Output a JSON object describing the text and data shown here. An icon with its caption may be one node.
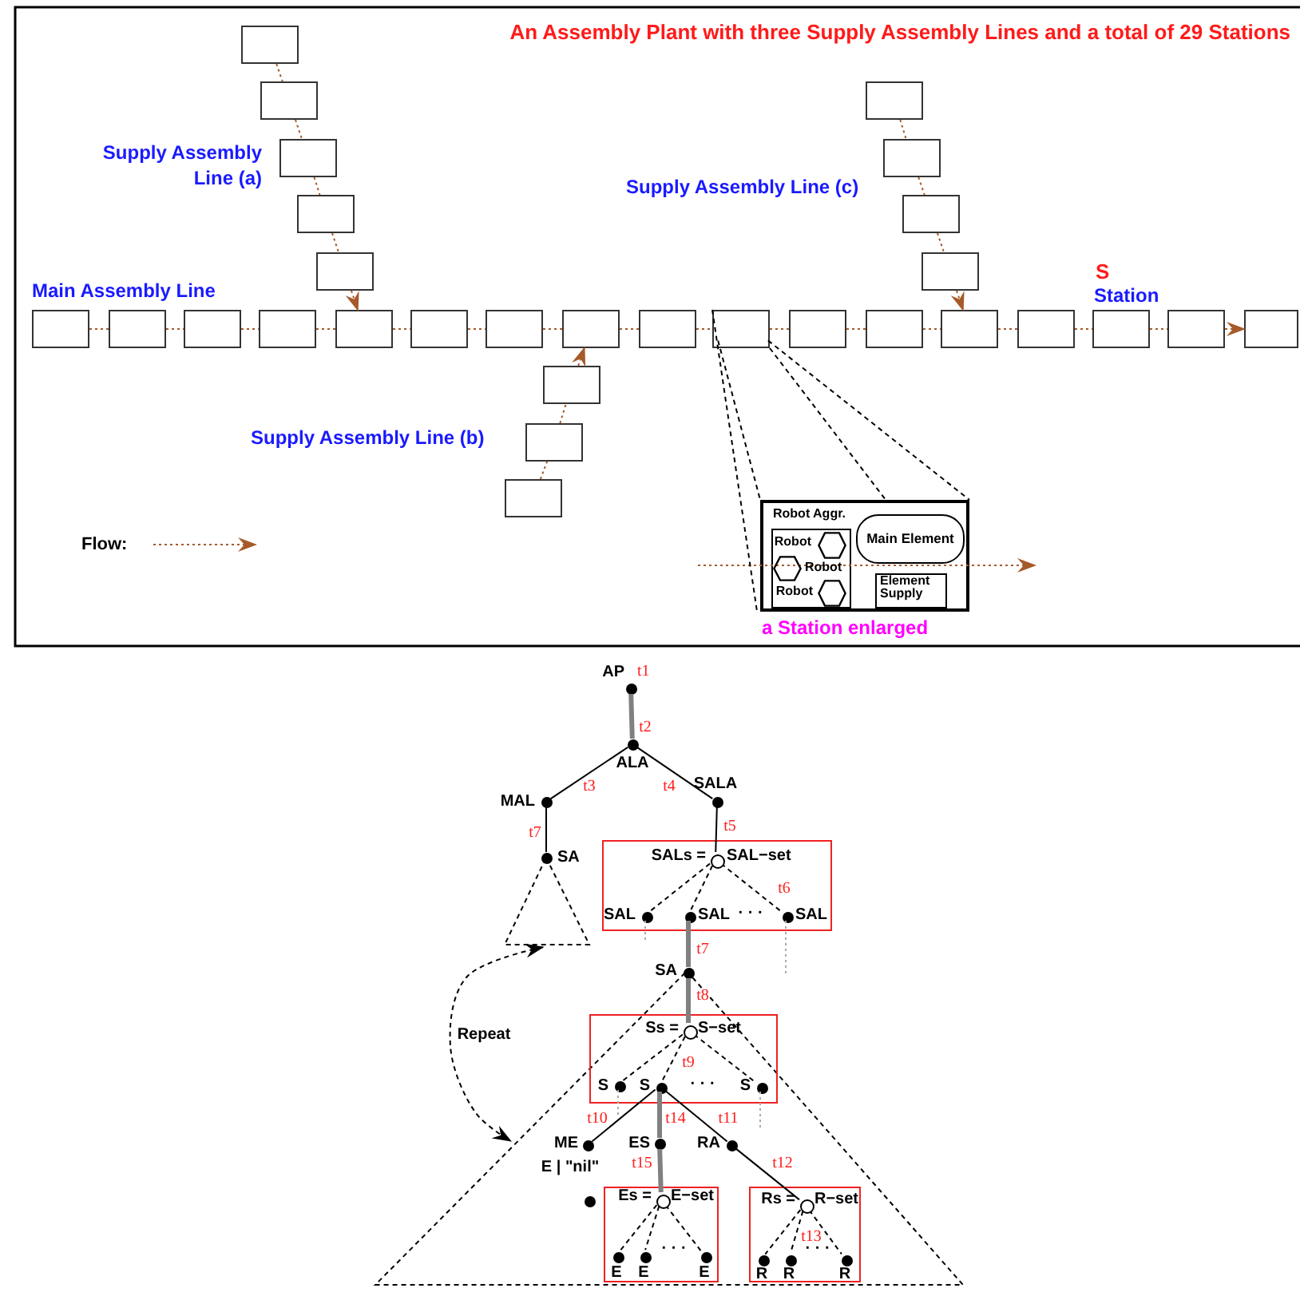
{
  "diagram": {
    "title": "An Assembly Plant with three Supply Assembly Lines and a total of 29 Stations",
    "nodes": [
      {
        "text": [],
        "shape": "box"
      },
      {
        "text": [],
        "shape": "box"
      },
      {
        "text": [],
        "shape": "box"
      },
      {
        "text": [],
        "shape": "box"
      },
      {
        "text": [],
        "shape": "box"
      },
      {
        "text": [],
        "shape": "box"
      },
      {
        "text": [],
        "shape": "box"
      },
      {
        "text": [],
        "shape": "box"
      },
      {
        "text": [],
        "shape": "box"
      },
      {
        "text": [],
        "shape": "box"
      },
      {
        "text": [],
        "shape": "box"
      },
      {
        "text": [],
        "shape": "box"
      },
      {
        "text": [],
        "shape": "box"
      },
      {
        "text": [],
        "shape": "box"
      },
      {
        "text": [],
        "shape": "box"
      },
      {
        "text": [],
        "shape": "box"
      },
      {
        "text": [],
        "shape": "box"
      },
      {
        "text": [],
        "shape": "box"
      },
      {
        "text": [],
        "shape": "box"
      },
      {
        "text": [],
        "shape": "box"
      },
      {
        "text": [],
        "shape": "box"
      },
      {
        "text": [],
        "shape": "box"
      },
      {
        "text": [],
        "shape": "box"
      },
      {
        "text": [],
        "shape": "box"
      },
      {
        "text": [],
        "shape": "box"
      },
      {
        "text": [],
        "shape": "box"
      },
      {
        "text": [],
        "shape": "box"
      },
      {
        "text": [],
        "shape": "box"
      },
      {
        "text": [],
        "shape": "box"
      },
      {
        "text": [],
        "shape": "box",
        "beside": [
          "a Station enlarged"
        ]
      },
      {
        "text": [
          "Robot Aggr."
        ],
        "in": 29
      },
      {
        "text": [],
        "shape": "hexagon",
        "in": 30,
        "beside": [
          "Robot"
        ]
      },
      {
        "text": [],
        "shape": "hexagon",
        "in": 30,
        "beside": [
          "Robot"
        ]
      },
      {
        "text": [],
        "shape": "hexagon",
        "in": 30,
        "beside": [
          "Robot"
        ]
      },
      {
        "text": [
          "Main Element"
        ],
        "in": 29
      },
      {
        "text": [
          "Element Supply"
        ],
        "in": 29
      },
      {
        "text": [],
        "shape": "circle",
        "beside": [
          "AP",
          "t1"
        ]
      },
      {
        "text": [],
        "shape": "circle",
        "beside": [
          "ALA"
        ]
      },
      {
        "text": [],
        "shape": "circle",
        "beside": [
          "MAL"
        ]
      },
      {
        "text": [],
        "shape": "circle",
        "beside": [
          "SALA"
        ]
      },
      {
        "text": [],
        "shape": "circle",
        "beside": [
          "SA"
        ]
      },
      {
        "text": [],
        "shape": "box"
      },
      {
        "text": [],
        "shape": "circle",
        "in": 41,
        "beside": [
          "SALs =",
          "SAL−set"
        ]
      },
      {
        "text": [],
        "shape": "circle",
        "in": 41,
        "beside": [
          "SAL"
        ]
      },
      {
        "text": [],
        "shape": "circle",
        "in": 41,
        "beside": [
          "SAL"
        ]
      },
      {
        "text": [],
        "shape": "circle",
        "in": 41,
        "beside": [
          "SAL"
        ]
      },
      {
        "text": [],
        "shape": "triangle"
      },
      {
        "text": [],
        "shape": "circle",
        "beside": [
          "SA"
        ]
      },
      {
        "text": [],
        "shape": "triangle"
      },
      {
        "text": [],
        "shape": "box",
        "in": 48
      },
      {
        "text": [],
        "shape": "circle",
        "in": 49,
        "beside": [
          "Ss =",
          "S−set"
        ]
      },
      {
        "text": [],
        "shape": "circle",
        "in": 49,
        "beside": [
          "S"
        ]
      },
      {
        "text": [],
        "shape": "circle",
        "in": 49,
        "beside": [
          "S"
        ]
      },
      {
        "text": [],
        "shape": "circle",
        "in": 49,
        "beside": [
          "S"
        ]
      },
      {
        "text": [],
        "shape": "circle",
        "in": 48,
        "beside": [
          "ME",
          "E | \"nil\""
        ]
      },
      {
        "text": [],
        "shape": "circle",
        "in": 48,
        "beside": [
          "ES"
        ]
      },
      {
        "text": [],
        "shape": "circle",
        "in": 48,
        "beside": [
          "RA"
        ]
      },
      {
        "text": [],
        "shape": "circle",
        "in": 48
      },
      {
        "text": [],
        "shape": "box",
        "in": 48
      },
      {
        "text": [],
        "shape": "circle",
        "in": 58,
        "beside": [
          "Es =",
          "E−set"
        ]
      },
      {
        "text": [],
        "shape": "circle",
        "in": 58,
        "beside": [
          "E"
        ]
      },
      {
        "text": [],
        "shape": "circle",
        "in": 58,
        "beside": [
          "E"
        ]
      },
      {
        "text": [],
        "shape": "circle",
        "in": 58,
        "beside": [
          "E"
        ]
      },
      {
        "text": [],
        "shape": "box",
        "in": 48
      },
      {
        "text": [],
        "shape": "circle",
        "in": 63,
        "beside": [
          "Rs =",
          "R−set"
        ]
      },
      {
        "text": [],
        "shape": "circle",
        "in": 63,
        "beside": [
          "R"
        ]
      },
      {
        "text": [],
        "shape": "circle",
        "in": 63,
        "beside": [
          "R"
        ]
      },
      {
        "text": [],
        "shape": "circle",
        "in": 63,
        "beside": [
          "R"
        ]
      }
    ],
    "edges": [
      {
        "from": 0,
        "to": 1,
        "arrow": "none",
        "style": "dashed",
        "color": "#a65a2a"
      },
      {
        "from": 1,
        "to": 2,
        "arrow": "none",
        "style": "dashed",
        "color": "#a65a2a"
      },
      {
        "from": 2,
        "to": 3,
        "arrow": "none",
        "style": "dashed",
        "color": "#a65a2a"
      },
      {
        "from": 3,
        "to": 4,
        "arrow": "none",
        "style": "dashed",
        "color": "#a65a2a"
      },
      {
        "from": 4,
        "to": 13,
        "arrow": "to",
        "style": "dashed",
        "color": "#a65a2a"
      },
      {
        "from": 5,
        "to": 6,
        "arrow": "none",
        "style": "dashed",
        "color": "#a65a2a"
      },
      {
        "from": 6,
        "to": 7,
        "arrow": "none",
        "style": "dashed",
        "color": "#a65a2a"
      },
      {
        "from": 7,
        "to": 8,
        "arrow": "none",
        "style": "dashed",
        "color": "#a65a2a"
      },
      {
        "from": 8,
        "to": 21,
        "arrow": "to",
        "style": "dashed",
        "color": "#a65a2a"
      },
      {
        "from": 28,
        "to": 27,
        "arrow": "none",
        "style": "dashed",
        "color": "#a65a2a"
      },
      {
        "from": 27,
        "to": 26,
        "arrow": "none",
        "style": "dashed",
        "color": "#a65a2a"
      },
      {
        "from": 26,
        "to": 16,
        "arrow": "to",
        "style": "dashed",
        "color": "#a65a2a"
      },
      {
        "from": 9,
        "to": 10,
        "arrow": "none",
        "style": "dashed",
        "color": "#a65a2a"
      },
      {
        "from": 10,
        "to": 11,
        "arrow": "none",
        "style": "dashed",
        "color": "#a65a2a"
      },
      {
        "from": 11,
        "to": 12,
        "arrow": "none",
        "style": "dashed",
        "color": "#a65a2a"
      },
      {
        "from": 12,
        "to": 13,
        "arrow": "none",
        "style": "dashed",
        "color": "#a65a2a"
      },
      {
        "from": 13,
        "to": 14,
        "arrow": "none",
        "style": "dashed",
        "color": "#a65a2a"
      },
      {
        "from": 14,
        "to": 15,
        "arrow": "none",
        "style": "dashed",
        "color": "#a65a2a"
      },
      {
        "from": 15,
        "to": 16,
        "arrow": "none",
        "style": "dashed",
        "color": "#a65a2a"
      },
      {
        "from": 16,
        "to": 17,
        "arrow": "none",
        "style": "dashed",
        "color": "#a65a2a"
      },
      {
        "from": 17,
        "to": 18,
        "arrow": "none",
        "style": "dashed",
        "color": "#a65a2a"
      },
      {
        "from": 18,
        "to": 19,
        "arrow": "none",
        "style": "dashed",
        "color": "#a65a2a"
      },
      {
        "from": 19,
        "to": 20,
        "arrow": "none",
        "style": "dashed",
        "color": "#a65a2a"
      },
      {
        "from": 20,
        "to": 21,
        "arrow": "none",
        "style": "dashed",
        "color": "#a65a2a"
      },
      {
        "from": 21,
        "to": 22,
        "arrow": "none",
        "style": "dashed",
        "color": "#a65a2a"
      },
      {
        "from": 22,
        "to": 23,
        "arrow": "none",
        "style": "dashed",
        "color": "#a65a2a"
      },
      {
        "from": 23,
        "to": 24,
        "arrow": "none",
        "style": "dashed",
        "color": "#a65a2a"
      },
      {
        "from": 24,
        "to": 25,
        "arrow": "to",
        "style": "dashed",
        "color": "#a65a2a"
      },
      {
        "from": 18,
        "to": 29,
        "arrow": "none",
        "style": "dashed",
        "color": "#000000"
      },
      {
        "from": 18,
        "to": 29,
        "arrow": "none",
        "style": "dashed",
        "color": "#000000"
      },
      {
        "from": 18,
        "to": 29,
        "arrow": "none",
        "style": "dashed",
        "color": "#000000"
      },
      {
        "from": 18,
        "to": 29,
        "arrow": "none",
        "style": "dashed",
        "color": "#000000"
      },
      {
        "from": 36,
        "to": 37,
        "arrow": "none",
        "label": "t2",
        "style": "thick",
        "color": "#808080"
      },
      {
        "from": 37,
        "to": 38,
        "arrow": "none",
        "label": "t3",
        "color": "#000000"
      },
      {
        "from": 37,
        "to": 39,
        "arrow": "none",
        "label": "t4",
        "color": "#000000"
      },
      {
        "from": 38,
        "to": 40,
        "arrow": "none",
        "label": "t7",
        "color": "#000000"
      },
      {
        "from": 39,
        "to": 42,
        "arrow": "none",
        "label": "t5",
        "color": "#000000"
      },
      {
        "from": 42,
        "to": 43,
        "arrow": "none",
        "style": "dashed",
        "color": "#000000"
      },
      {
        "from": 42,
        "to": 44,
        "arrow": "none",
        "style": "dashed",
        "color": "#000000"
      },
      {
        "from": 42,
        "to": 45,
        "arrow": "none",
        "label": "t6",
        "style": "dashed",
        "color": "#000000"
      },
      {
        "from": 44,
        "to": 47,
        "arrow": "none",
        "label": "t7",
        "style": "thick",
        "color": "#808080"
      },
      {
        "from": 47,
        "to": 50,
        "arrow": "none",
        "label": "t8",
        "style": "thick",
        "color": "#808080"
      },
      {
        "from": 50,
        "to": 51,
        "arrow": "none",
        "style": "dashed",
        "color": "#000000"
      },
      {
        "from": 50,
        "to": 52,
        "arrow": "none",
        "label": "t9",
        "style": "dashed",
        "color": "#000000"
      },
      {
        "from": 50,
        "to": 53,
        "arrow": "none",
        "style": "dashed",
        "color": "#000000"
      },
      {
        "from": 52,
        "to": 54,
        "arrow": "none",
        "label": "t10",
        "color": "#000000"
      },
      {
        "from": 52,
        "to": 55,
        "arrow": "none",
        "label": "t14",
        "style": "thick",
        "color": "#808080"
      },
      {
        "from": 52,
        "to": 56,
        "arrow": "none",
        "label": "t11",
        "color": "#000000"
      },
      {
        "from": 55,
        "to": 59,
        "arrow": "none",
        "label": "t15",
        "style": "thick",
        "color": "#808080"
      },
      {
        "from": 56,
        "to": 64,
        "arrow": "none",
        "label": "t12",
        "color": "#000000"
      },
      {
        "from": 59,
        "to": 60,
        "arrow": "none",
        "style": "dashed",
        "color": "#000000"
      },
      {
        "from": 59,
        "to": 61,
        "arrow": "none",
        "style": "dashed",
        "color": "#000000"
      },
      {
        "from": 59,
        "to": 62,
        "arrow": "none",
        "style": "dashed",
        "color": "#000000"
      },
      {
        "from": 64,
        "to": 65,
        "arrow": "none",
        "style": "dashed",
        "color": "#000000"
      },
      {
        "from": 64,
        "to": 66,
        "arrow": "none",
        "label": "t13",
        "style": "dashed",
        "color": "#000000"
      },
      {
        "from": 64,
        "to": 67,
        "arrow": "none",
        "style": "dashed",
        "color": "#000000"
      },
      {
        "from": 46,
        "to": 48,
        "arrow": "both",
        "label": "Repeat",
        "style": "dashed",
        "color": "#000000"
      },
      {
        "from": 43,
        "to": null,
        "arrow": "none",
        "style": "dashed",
        "color": "#aaaaaa"
      },
      {
        "from": 45,
        "to": null,
        "arrow": "none",
        "style": "dashed",
        "color": "#aaaaaa"
      },
      {
        "from": 51,
        "to": null,
        "arrow": "none",
        "style": "dashed",
        "color": "#aaaaaa"
      },
      {
        "from": 53,
        "to": null,
        "arrow": "none",
        "style": "dashed",
        "color": "#aaaaaa"
      }
    ],
    "labels": [
      "Supply Assembly Line (a)",
      "Supply Assembly Line (c)",
      "S",
      "Main Assembly Line",
      "Station",
      "Supply Assembly Line (b)",
      "· · ·",
      "· · ·",
      "· · ·",
      "· · ·"
    ],
    "legend": [
      {
        "text": "Flow:"
      }
    ]
  }
}
